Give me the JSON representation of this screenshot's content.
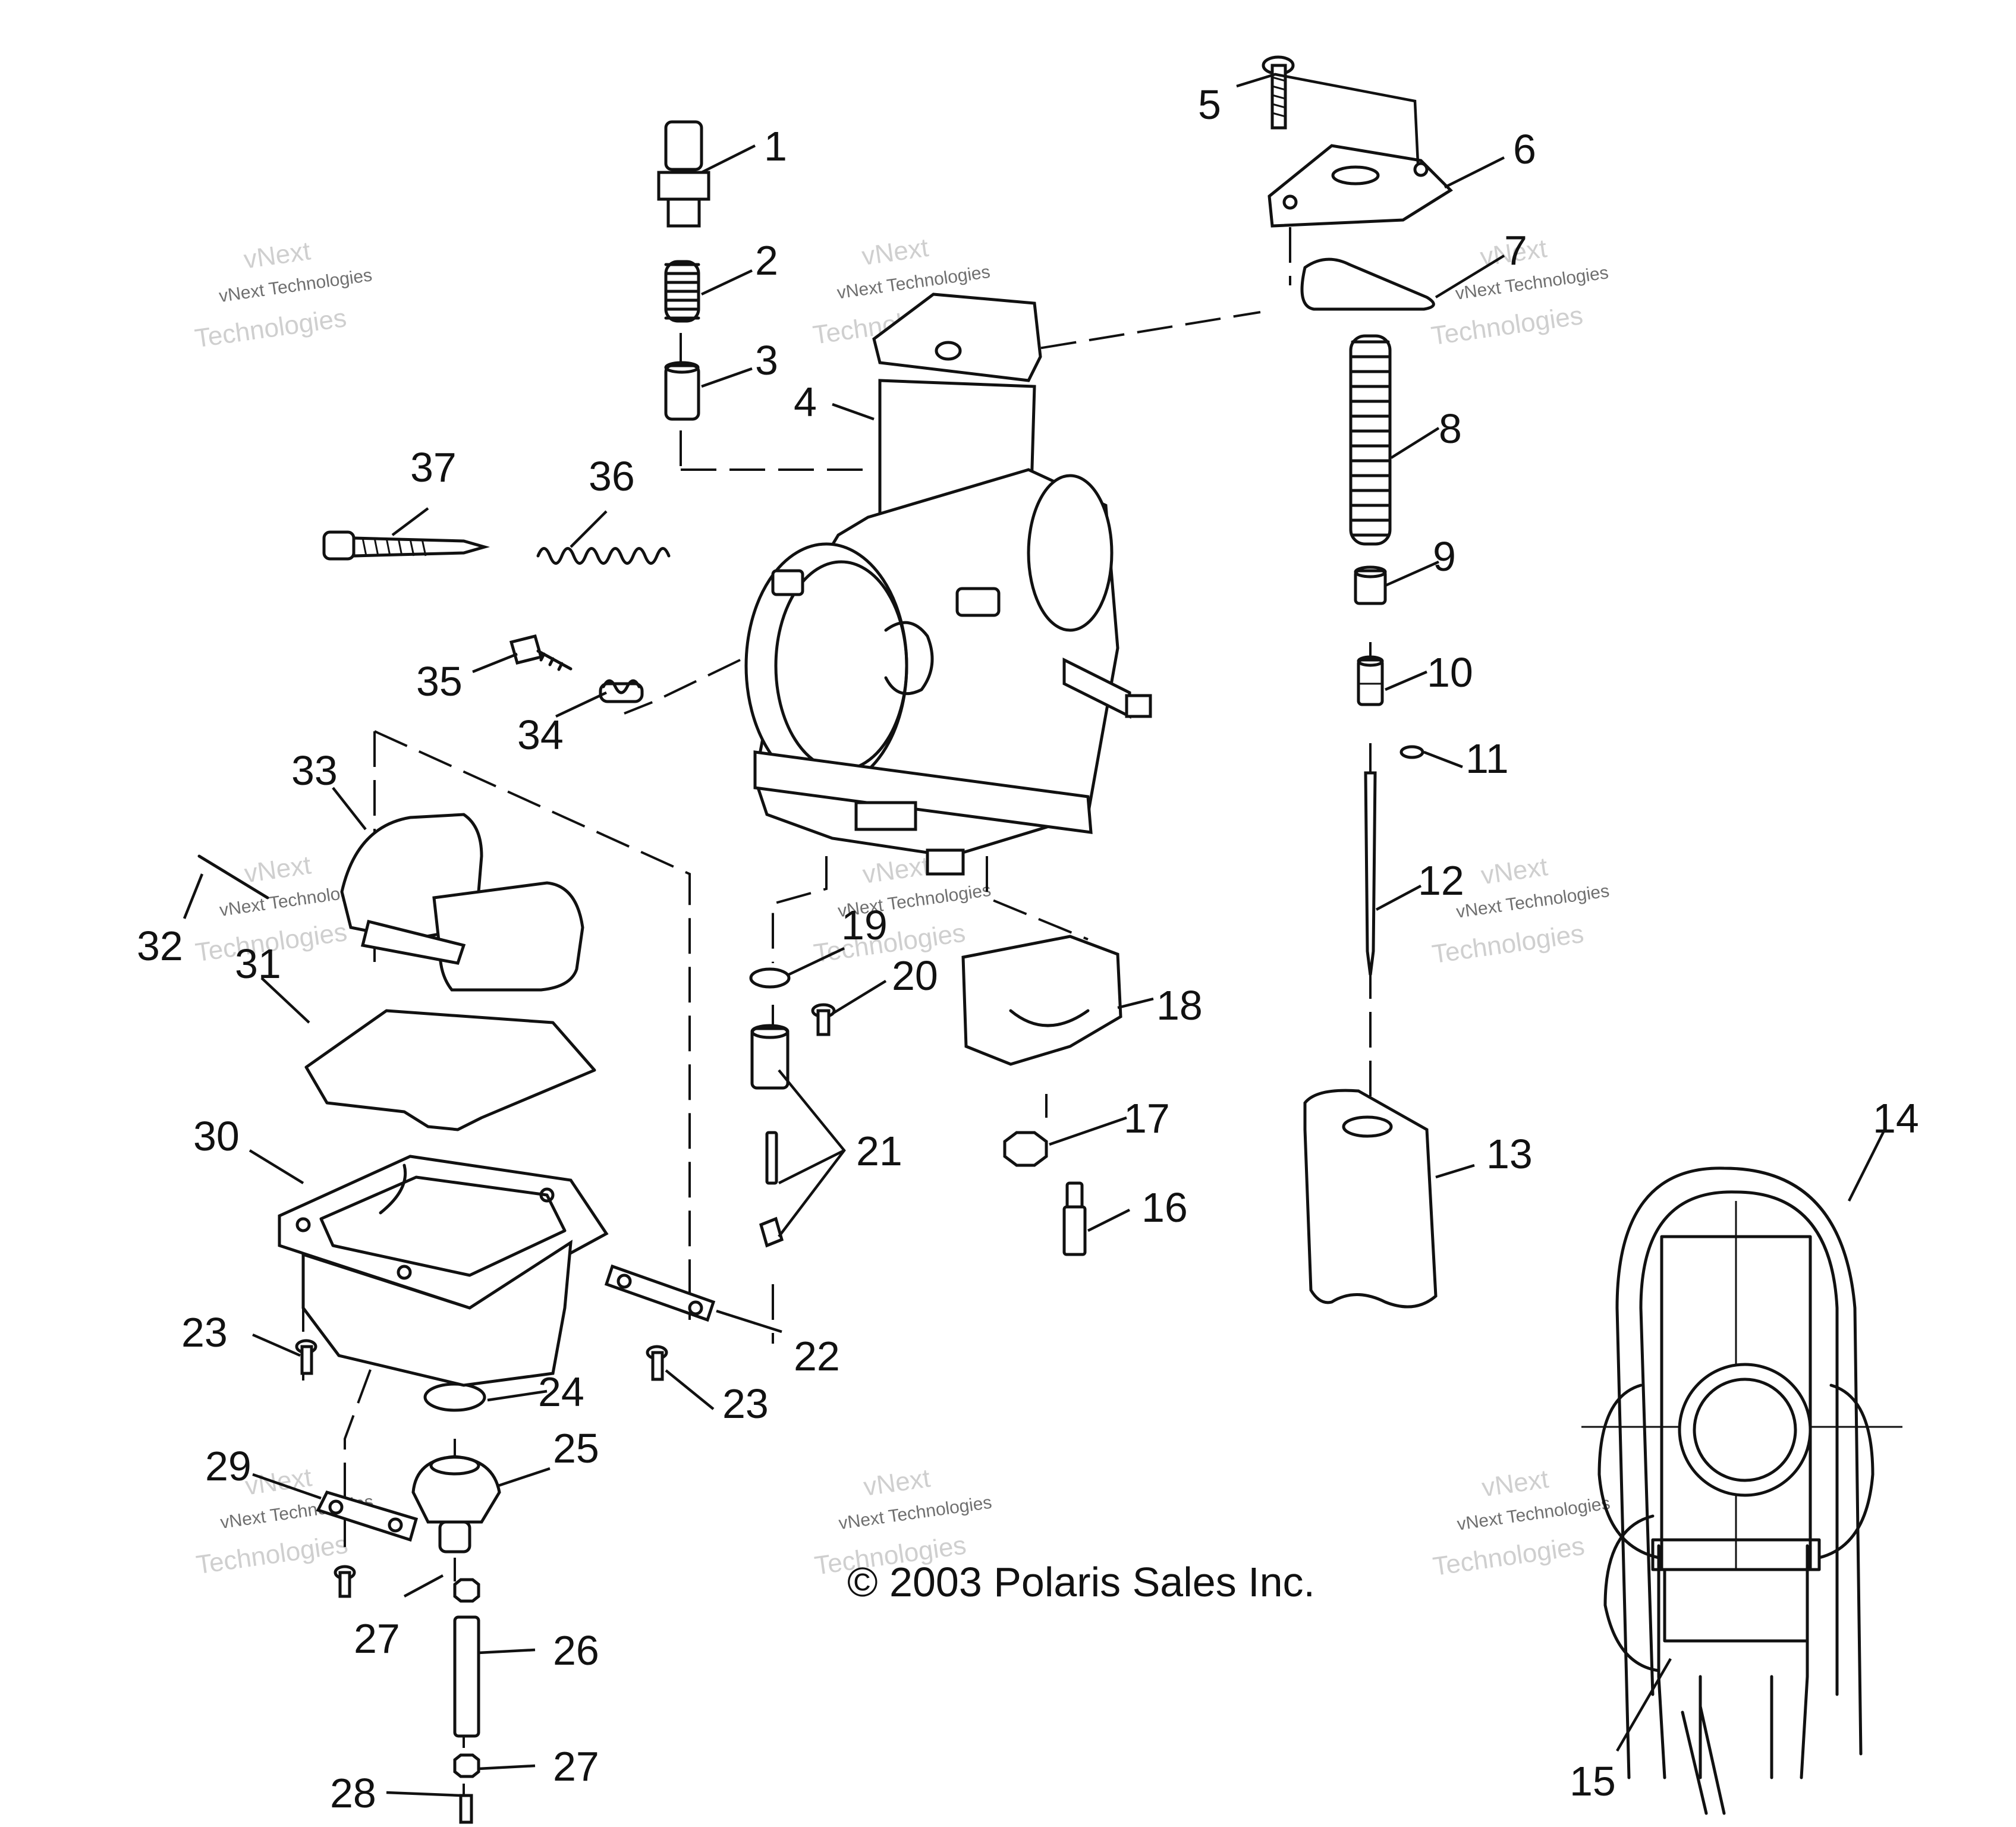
{
  "copyright": "© 2003 Polaris Sales Inc.",
  "watermark": {
    "line1": "vNext",
    "line2": "vNext Technologies",
    "line3": "Technologies"
  },
  "callouts": {
    "p1": "1",
    "p2": "2",
    "p3": "3",
    "p4": "4",
    "p5": "5",
    "p6": "6",
    "p7": "7",
    "p8": "8",
    "p9": "9",
    "p10": "10",
    "p11": "11",
    "p12": "12",
    "p13": "13",
    "p14": "14",
    "p15": "15",
    "p16": "16",
    "p17": "17",
    "p18": "18",
    "p19": "19",
    "p20": "20",
    "p21": "21",
    "p22": "22",
    "p23a": "23",
    "p23b": "23",
    "p24": "24",
    "p25": "25",
    "p26": "26",
    "p27a": "27",
    "p27b": "27",
    "p28": "28",
    "p29": "29",
    "p30": "30",
    "p31": "31",
    "p32": "32",
    "p33": "33",
    "p34": "34",
    "p35": "35",
    "p36": "36",
    "p37": "37"
  }
}
